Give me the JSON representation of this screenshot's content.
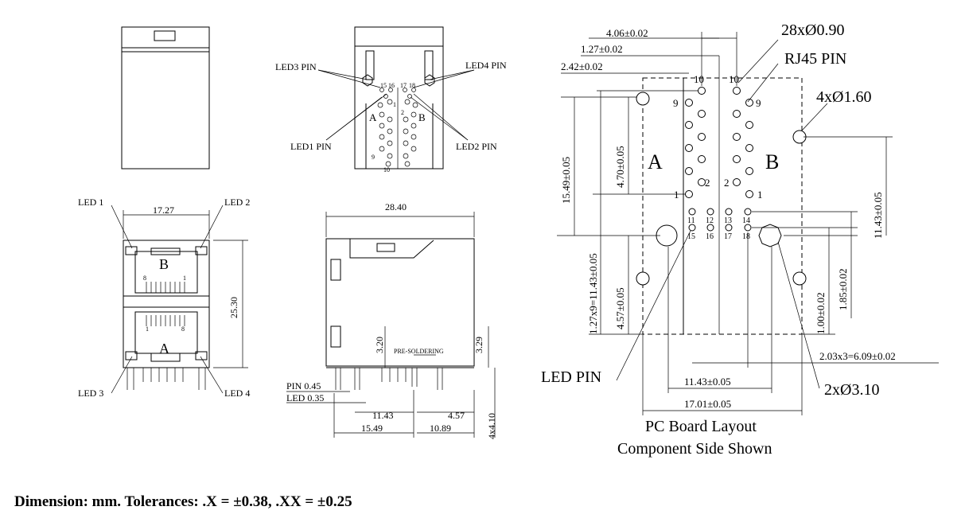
{
  "front_view": {
    "led1": "LED 1",
    "led2": "LED 2",
    "led3": "LED 3",
    "led4": "LED 4",
    "width": "17.27",
    "height": "25.30",
    "port_top": "B",
    "port_bottom": "A",
    "pin_8": "8",
    "pin_1": "1"
  },
  "bottom_view": {
    "led3_pin": "LED3 PIN",
    "led4_pin": "LED4 PIN",
    "led1_pin": "LED1 PIN",
    "led2_pin": "LED2 PIN",
    "port_a": "A",
    "port_b": "B",
    "num_1": "1",
    "num_2": "2",
    "num_9": "9",
    "num_10": "10",
    "num_15": "15",
    "num_16": "16",
    "num_17": "17",
    "num_18": "18"
  },
  "side_view": {
    "length": "28.40",
    "dim_320": "3.20",
    "dim_329": "3.29",
    "pre_soldering": "PRE-SOLDERING",
    "pin_045": "PIN 0.45",
    "led_035": "LED 0.35",
    "dim_1143": "11.43",
    "dim_457": "4.57",
    "dim_1549": "15.49",
    "dim_1089": "10.89",
    "dim_410": "4x4.10"
  },
  "pcb_layout": {
    "d_406": "4.06±0.02",
    "d_127": "1.27±0.02",
    "d_242": "2.42±0.02",
    "holes_090": "28xØ0.90",
    "rj45_pin": "RJ45 PIN",
    "holes_160": "4xØ1.60",
    "d_1549": "15.49±0.05",
    "d_470": "4.70±0.05",
    "d_127x9": "1.27x9=11.43±0.05",
    "d_457": "4.57±0.05",
    "d_1143v": "11.43±0.05",
    "d_185": "1.85±0.02",
    "d_100": "1.00±0.02",
    "d_203x3": "2.03x3=6.09±0.02",
    "d_1143h": "11.43±0.05",
    "d_1701": "17.01±0.05",
    "holes_310": "2xØ3.10",
    "led_pin": "LED PIN",
    "label_a": "A",
    "label_b": "B",
    "pin_1": "1",
    "pin_2": "2",
    "pin_9": "9",
    "pin_10": "10",
    "pin_11": "11",
    "pin_12": "12",
    "pin_13": "13",
    "pin_14": "14",
    "pin_15": "15",
    "pin_16": "16",
    "pin_17": "17",
    "pin_18": "18",
    "caption_line1": "PC Board Layout",
    "caption_line2": "Component Side Shown"
  },
  "footer": {
    "tolerances": "Dimension: mm. Tolerances: .X =  ±0.38, .XX = ±0.25"
  }
}
